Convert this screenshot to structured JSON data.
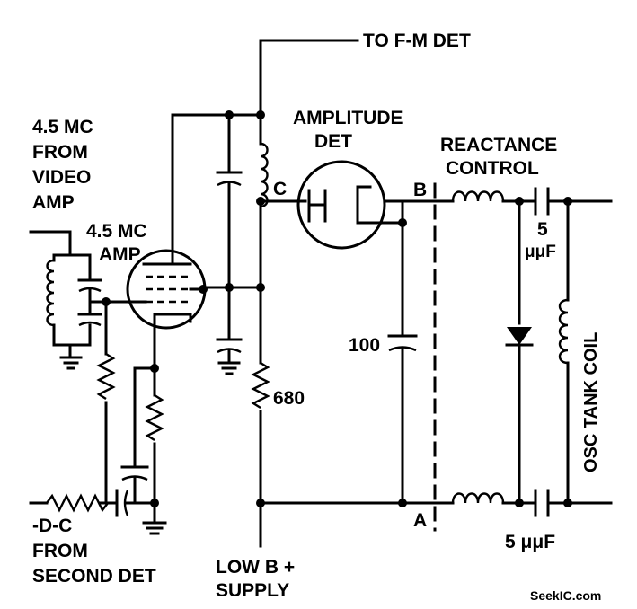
{
  "labels": {
    "to_fm_det": "TO F-M DET",
    "input_l1": "4.5 MC",
    "input_l2": "FROM",
    "input_l3": "VIDEO",
    "input_l4": "AMP",
    "amp_l1": "4.5 MC",
    "amp_l2": "AMP",
    "amplitude_det_l1": "AMPLITUDE",
    "amplitude_det_l2": "DET",
    "node_c": "C",
    "node_b": "B",
    "node_a": "A",
    "reactance_l1": "REACTANCE",
    "reactance_l2": "CONTROL",
    "cap_top_value": "5",
    "cap_top_unit": "μμF",
    "cap_bottom": "5 μμF",
    "cap_100": "100",
    "res_680": "680",
    "osc_tank": "OSC TANK COIL",
    "dc_l1": "-D-C",
    "dc_l2": "FROM",
    "dc_l3": "SECOND DET",
    "supply_l1": "LOW B +",
    "supply_l2": "SUPPLY",
    "watermark": "SeekIC.com"
  },
  "colors": {
    "ink": "#000000",
    "paper": "#ffffff"
  }
}
